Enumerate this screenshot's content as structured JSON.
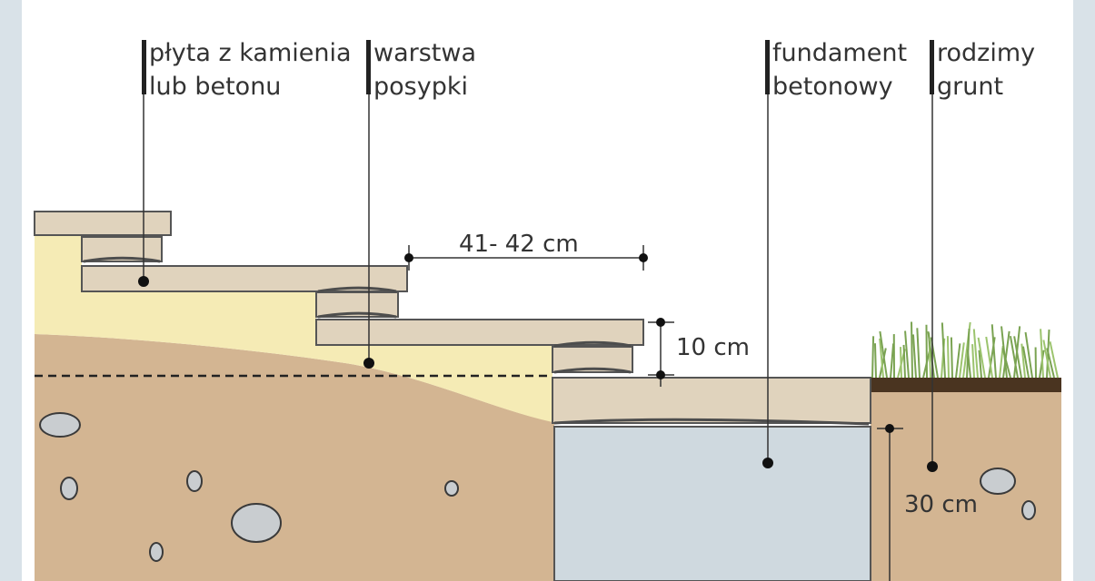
{
  "labels": {
    "slab": {
      "line1": "płyta z kamienia",
      "line2": "lub betonu"
    },
    "bedding": {
      "line1": "warstwa",
      "line2": "posypki"
    },
    "foundation": {
      "line1": "fundament",
      "line2": "betonowy"
    },
    "soil": {
      "line1": "rodzimy",
      "line2": "grunt"
    }
  },
  "dimensions": {
    "tread_depth": "41- 42  cm",
    "riser_height": "10 cm",
    "foundation_depth": "30 cm"
  },
  "colors": {
    "soil": "#d3b592",
    "sand": "#f5ebb5",
    "foundation": "#cfd9df",
    "slab": "#e0d3bd",
    "grass": "#7aa352",
    "topsoil": "#4a3420",
    "line": "#333333"
  }
}
